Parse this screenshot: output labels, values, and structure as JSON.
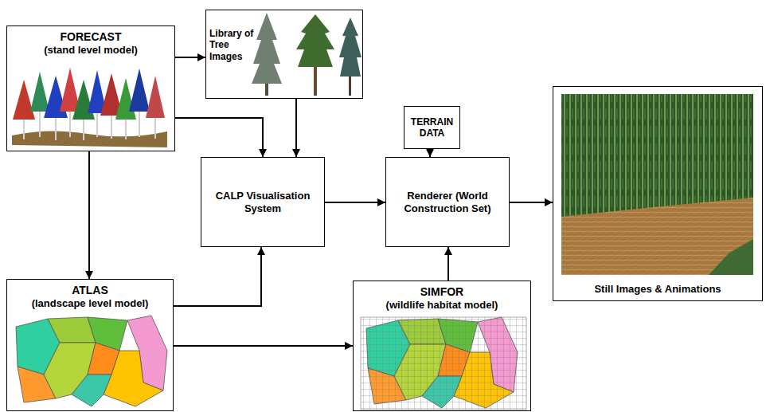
{
  "diagram": {
    "nodes": [
      {
        "text": [
          "FORECAST",
          "(stand level model)"
        ]
      },
      {
        "text": [
          "Library of Tree Images"
        ]
      },
      {
        "text": [
          "TERRAIN DATA"
        ]
      },
      {
        "text": [
          "CALP Visualisation System"
        ]
      },
      {
        "text": [
          "Renderer (World Construction Set)"
        ]
      },
      {
        "text": [
          "Still Images & Animations"
        ]
      },
      {
        "text": [
          "ATLAS",
          "(landscape level model)"
        ]
      },
      {
        "text": [
          "SIMFOR",
          "(wildlife habitat model)"
        ]
      }
    ],
    "edges": [
      {
        "from": 0,
        "to": 1,
        "arrow": "to"
      },
      {
        "from": 0,
        "to": 3,
        "arrow": "to"
      },
      {
        "from": 1,
        "to": 3,
        "arrow": "to"
      },
      {
        "from": 0,
        "to": 6,
        "arrow": "to"
      },
      {
        "from": 6,
        "to": 3,
        "arrow": "to"
      },
      {
        "from": 3,
        "to": 4,
        "arrow": "to"
      },
      {
        "from": 2,
        "to": 4,
        "arrow": "to"
      },
      {
        "from": 6,
        "to": 7,
        "arrow": "to"
      },
      {
        "from": 7,
        "to": 4,
        "arrow": "to"
      },
      {
        "from": 4,
        "to": 5,
        "arrow": "to"
      }
    ]
  }
}
